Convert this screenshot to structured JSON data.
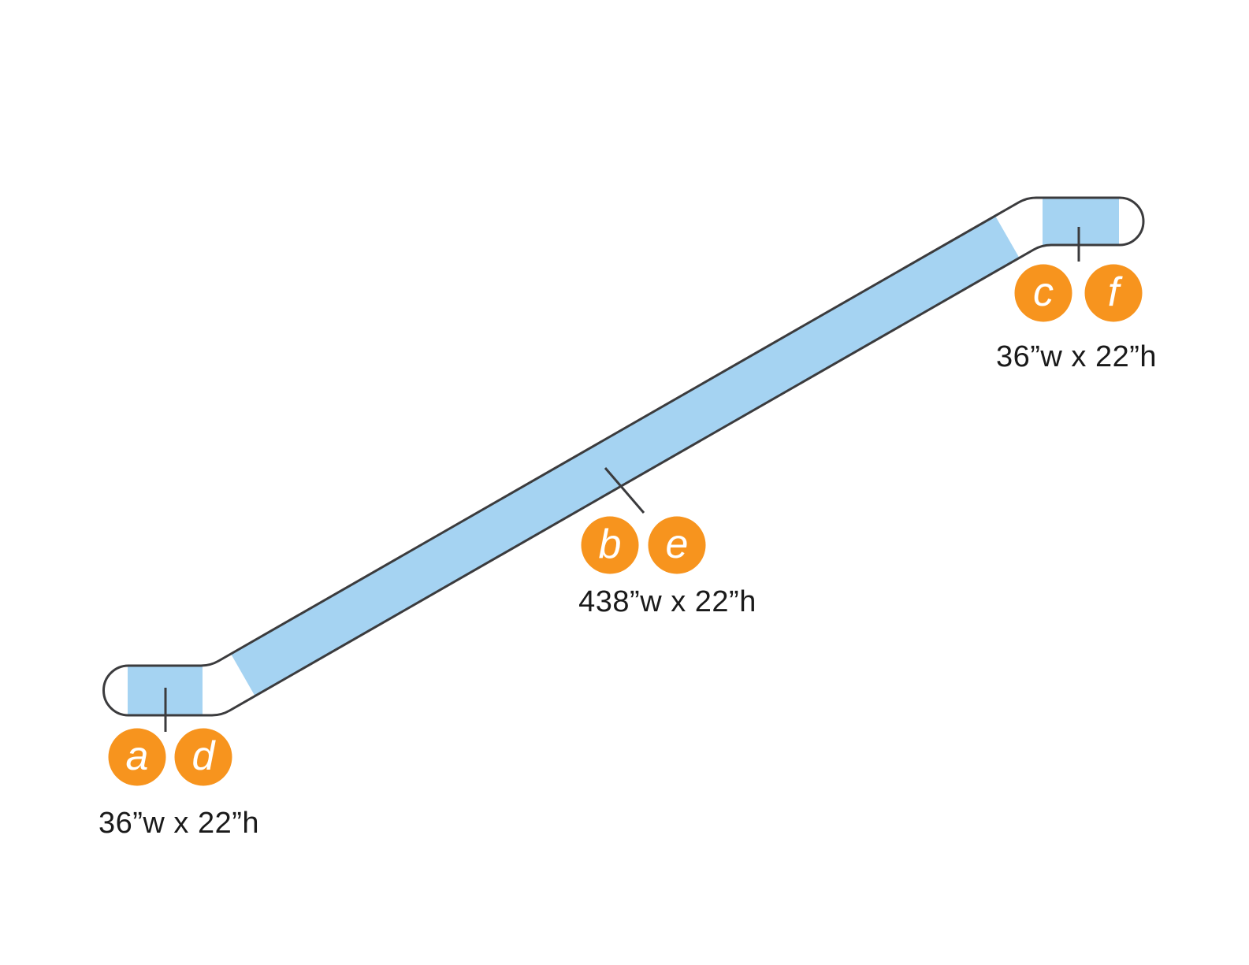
{
  "colors": {
    "panel_blue": "#A5D3F2",
    "outline": "#3B3B3D",
    "marker_orange": "#F7941E",
    "label_text": "#1A1A1A"
  },
  "markers": [
    {
      "letter": "a"
    },
    {
      "letter": "d"
    },
    {
      "letter": "b"
    },
    {
      "letter": "e"
    },
    {
      "letter": "c"
    },
    {
      "letter": "f"
    }
  ],
  "labels": {
    "bottom_panel": "36”w x 22”h",
    "diagonal_panel": "438”w x 22”h",
    "top_panel": "36”w x 22”h"
  }
}
